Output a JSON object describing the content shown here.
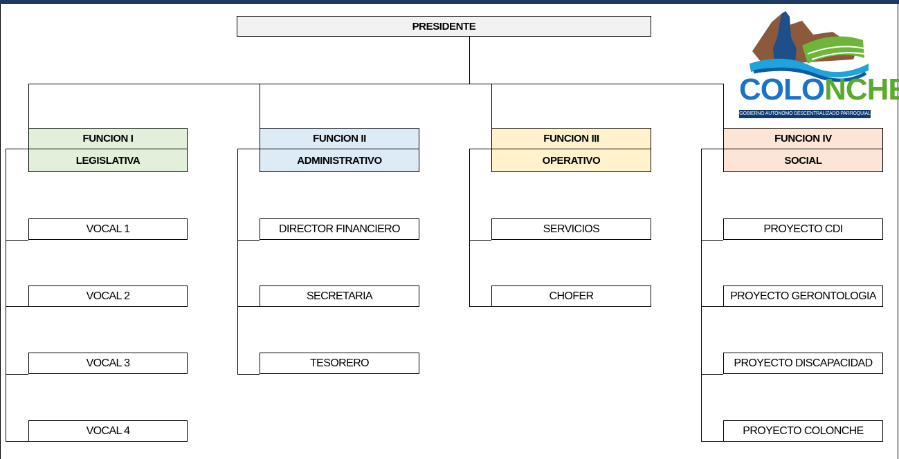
{
  "president": "PRESIDENTE",
  "colors": {
    "legislativa": "#e2efda",
    "administrativo": "#ddebf7",
    "operativo": "#fff2cc",
    "social": "#fce4d6",
    "president": "#f2f2f2"
  },
  "functions": [
    {
      "title": "FUNCION I",
      "area": "LEGISLATIVA",
      "items": [
        "VOCAL 1",
        "VOCAL 2",
        "VOCAL 3",
        "VOCAL 4"
      ]
    },
    {
      "title": "FUNCION II",
      "area": "ADMINISTRATIVO",
      "items": [
        "DIRECTOR FINANCIERO",
        "SECRETARIA",
        "TESORERO"
      ]
    },
    {
      "title": "FUNCION III",
      "area": "OPERATIVO",
      "items": [
        "SERVICIOS",
        "CHOFER"
      ]
    },
    {
      "title": "FUNCION IV",
      "area": "SOCIAL",
      "items": [
        "PROYECTO CDI",
        "PROYECTO GERONTOLOGIA",
        "PROYECTO DISCAPACIDAD",
        "PROYECTO COLONCHE"
      ]
    }
  ],
  "logo": {
    "text_part1": "COLO",
    "text_part2": "NCHE",
    "subtitle": "GOBIERNO AUTÓNOMO DESCENTRALIZADO PARROQUIAL"
  }
}
